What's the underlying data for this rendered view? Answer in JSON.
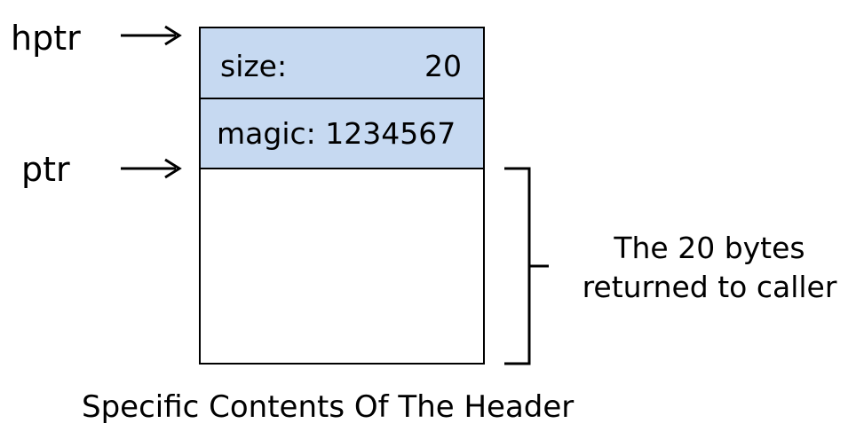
{
  "pointers": {
    "hptr": "hptr",
    "ptr": "ptr"
  },
  "header": {
    "size_label": "size:",
    "size_value": "20",
    "magic_label": "magic: 1234567"
  },
  "region": {
    "caption_line1": "The 20 bytes",
    "caption_line2": "returned to caller"
  },
  "caption": "Specific Contents Of The Header",
  "colors": {
    "header_fill": "#c6d9f1",
    "stroke": "#000000"
  }
}
